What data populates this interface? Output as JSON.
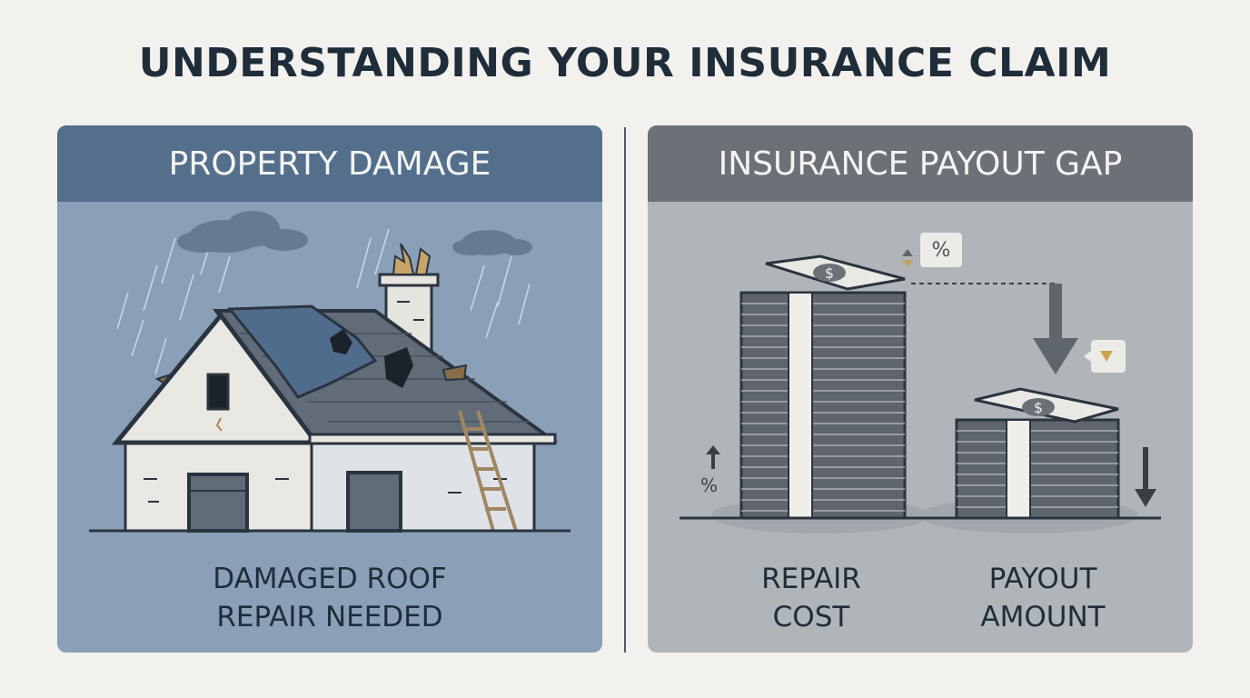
{
  "title": "UNDERSTANDING YOUR INSURANCE CLAIM",
  "left_panel": {
    "header": "PROPERTY DAMAGE",
    "caption_line1": "DAMAGED ROOF",
    "caption_line2": "REPAIR NEEDED"
  },
  "right_panel": {
    "header": "INSURANCE PAYOUT GAP",
    "repair_line1": "REPAIR",
    "repair_line2": "COST",
    "payout_line1": "PAYOUT",
    "payout_line2": "AMOUNT",
    "percent_symbol": "%"
  },
  "icons": [
    "storm-cloud-icon",
    "house-icon",
    "ladder-icon",
    "cash-stack-icon",
    "dollar-sign-icon",
    "arrow-up-icon",
    "arrow-down-icon",
    "percent-icon"
  ],
  "colors": {
    "background": "#f2f1ee",
    "title": "#1f2d3a",
    "left_header": "#536f8c",
    "left_panel": "#8aa0b8",
    "right_header": "#6c7178",
    "right_panel": "#b0b5ba"
  }
}
